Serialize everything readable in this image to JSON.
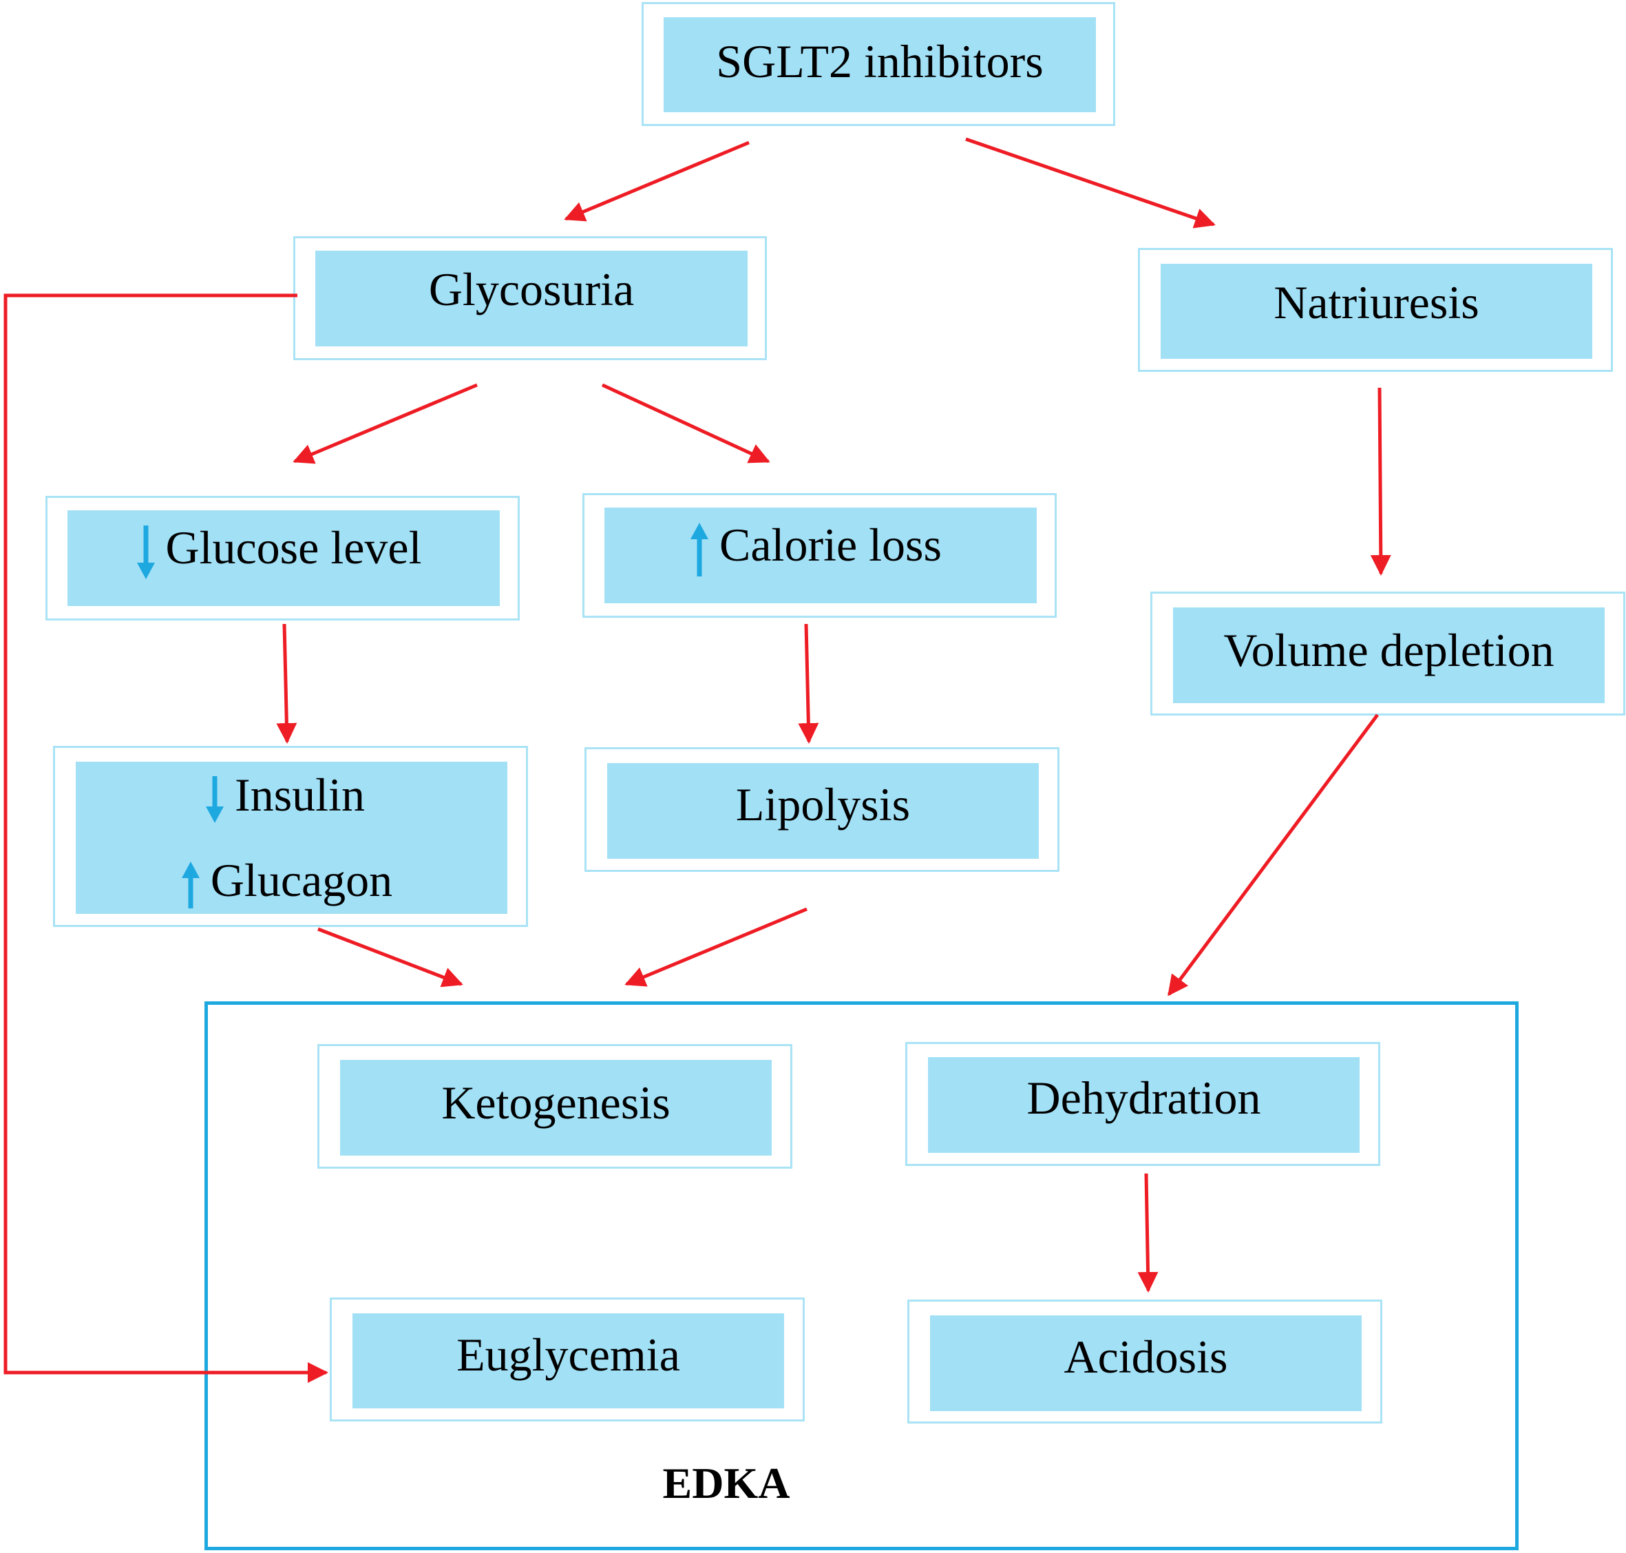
{
  "nodes": {
    "sglt2": {
      "label": "SGLT2 inhibitors"
    },
    "glycosuria": {
      "label": "Glycosuria"
    },
    "natriuresis": {
      "label": "Natriuresis"
    },
    "glucose_level": {
      "label": "Glucose level",
      "indicator": "down"
    },
    "calorie_loss": {
      "label": "Calorie loss",
      "indicator": "up"
    },
    "volume_depletion": {
      "label": "Volume depletion"
    },
    "insulin": {
      "label": "Insulin",
      "indicator": "down"
    },
    "glucagon": {
      "label": "Glucagon",
      "indicator": "up"
    },
    "lipolysis": {
      "label": "Lipolysis"
    },
    "ketogenesis": {
      "label": "Ketogenesis"
    },
    "dehydration": {
      "label": "Dehydration"
    },
    "euglycemia": {
      "label": "Euglycemia"
    },
    "acidosis": {
      "label": "Acidosis"
    }
  },
  "edka": {
    "label": "EDKA"
  },
  "colors": {
    "box_fill": "#a2e0f6",
    "box_border": "#a9e3f5",
    "edka_border": "#1ea8e0",
    "arrow": "#ee1c24",
    "indicator": "#1ea8e0"
  }
}
